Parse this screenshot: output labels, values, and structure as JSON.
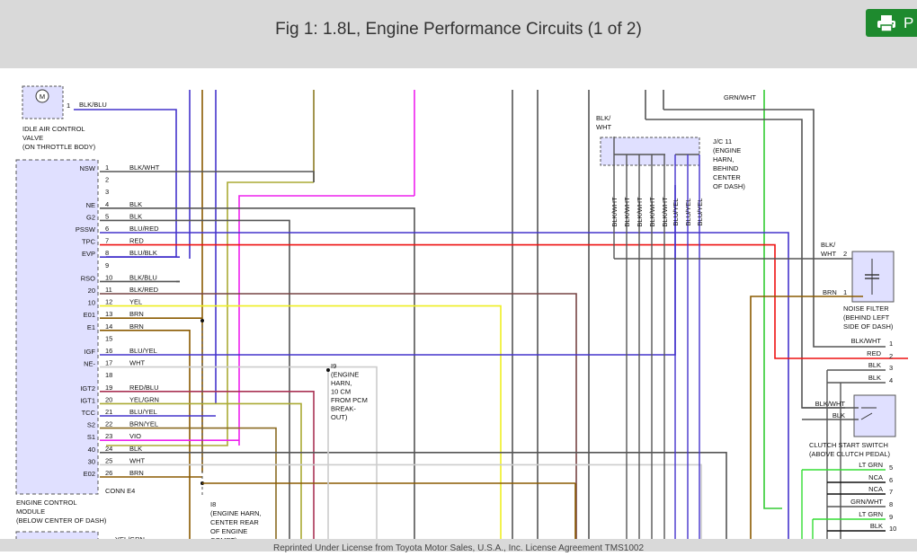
{
  "header": {
    "title": "Fig 1: 1.8L, Engine Performance Circuits (1 of 2)",
    "print_label": "P"
  },
  "footer": {
    "text": "Reprinted Under License from Toyota Motor Sales, U.S.A., Inc. License Agreement TMS1002"
  },
  "diagram": {
    "iac": {
      "motor": "M",
      "label_lines": [
        "IDLE AIR CONTROL",
        "VALVE",
        "(ON THROTTLE BODY)"
      ],
      "pin": "1",
      "wire": "BLK/BLU"
    },
    "ecm": {
      "label_lines": [
        "ENGINE CONTROL",
        "MODULE",
        "(BELOW CENTER OF DASH)"
      ],
      "conn": "CONN E4",
      "pins": [
        {
          "name": "NSW",
          "num": "1",
          "wire": "BLK/WHT",
          "color": "#555555"
        },
        {
          "name": "",
          "num": "2",
          "wire": "",
          "color": ""
        },
        {
          "name": "",
          "num": "3",
          "wire": "",
          "color": ""
        },
        {
          "name": "NE",
          "num": "4",
          "wire": "BLK",
          "color": "#555555"
        },
        {
          "name": "G2",
          "num": "5",
          "wire": "BLK",
          "color": "#555555"
        },
        {
          "name": "PSSW",
          "num": "6",
          "wire": "BLU/RED",
          "color": "#4433cc"
        },
        {
          "name": "TPC",
          "num": "7",
          "wire": "RED",
          "color": "#ee1111"
        },
        {
          "name": "EVP",
          "num": "8",
          "wire": "BLU/BLK",
          "color": "#4433cc"
        },
        {
          "name": "",
          "num": "9",
          "wire": "",
          "color": ""
        },
        {
          "name": "RSO",
          "num": "10",
          "wire": "BLK/BLU",
          "color": "#555555"
        },
        {
          "name": "20",
          "num": "11",
          "wire": "BLK/RED",
          "color": "#774444"
        },
        {
          "name": "10",
          "num": "12",
          "wire": "YEL",
          "color": "#eeee22"
        },
        {
          "name": "E01",
          "num": "13",
          "wire": "BRN",
          "color": "#8a5a00"
        },
        {
          "name": "E1",
          "num": "14",
          "wire": "BRN",
          "color": "#8a5a00"
        },
        {
          "name": "",
          "num": "15",
          "wire": "",
          "color": ""
        },
        {
          "name": "IGF",
          "num": "16",
          "wire": "BLU/YEL",
          "color": "#4433cc"
        },
        {
          "name": "NE-",
          "num": "17",
          "wire": "WHT",
          "color": "#cccccc"
        },
        {
          "name": "",
          "num": "18",
          "wire": "",
          "color": ""
        },
        {
          "name": "IGT2",
          "num": "19",
          "wire": "RED/BLU",
          "color": "#aa3355"
        },
        {
          "name": "IGT1",
          "num": "20",
          "wire": "YEL/GRN",
          "color": "#aaaa33"
        },
        {
          "name": "TCC",
          "num": "21",
          "wire": "BLU/YEL",
          "color": "#4433cc"
        },
        {
          "name": "S2",
          "num": "22",
          "wire": "BRN/YEL",
          "color": "#8a6a22"
        },
        {
          "name": "S1",
          "num": "23",
          "wire": "VIO",
          "color": "#ee22ee"
        },
        {
          "name": "40",
          "num": "24",
          "wire": "BLK",
          "color": "#555555"
        },
        {
          "name": "30",
          "num": "25",
          "wire": "WHT",
          "color": "#cccccc"
        },
        {
          "name": "E02",
          "num": "26",
          "wire": "BRN",
          "color": "#8a5a00"
        }
      ]
    },
    "top_wire_label": "GRN/WHT",
    "jc11": {
      "in_label_lines": [
        "BLK/",
        "WHT"
      ],
      "label_lines": [
        "J/C 11",
        "(ENGINE",
        "HARN,",
        "BEHIND",
        "CENTER",
        "OF DASH)"
      ],
      "wires": [
        "BLK/WHT",
        "BLK/WHT",
        "BLK/WHT",
        "BLK/WHT",
        "BLK/WHT",
        "BLU/YEL",
        "BLU/YEL",
        "BLU/YEL"
      ]
    },
    "noise_filter": {
      "top_wire_lines": [
        "BLK/",
        "WHT"
      ],
      "top_pin": "2",
      "bottom_wire": "BRN",
      "bottom_pin": "1",
      "label_lines": [
        "NOISE FILTER",
        "(BEHIND LEFT",
        "SIDE OF DASH)"
      ]
    },
    "i9": {
      "label_lines": [
        "I9",
        "(ENGINE",
        "HARN,",
        "10 CM",
        "FROM PCM",
        "BREAK-",
        "OUT)"
      ]
    },
    "i8": {
      "label_lines": [
        "I8",
        "(ENGINE HARN,",
        "CENTER REAR",
        "OF ENGINE",
        "COMPT)"
      ]
    },
    "right_group1": [
      {
        "wire": "BLK/WHT",
        "num": "1"
      },
      {
        "wire": "RED",
        "num": "2"
      },
      {
        "wire": "BLK",
        "num": "3"
      },
      {
        "wire": "BLK",
        "num": "4"
      }
    ],
    "clutch": {
      "wires": [
        "BLK/WHT",
        "BLK"
      ],
      "label_lines": [
        "CLUTCH START SWITCH",
        "(ABOVE CLUTCH PEDAL)"
      ]
    },
    "right_group2": [
      {
        "wire": "LT GRN",
        "num": "5"
      },
      {
        "wire": "NCA",
        "num": "6"
      },
      {
        "wire": "NCA",
        "num": "7"
      },
      {
        "wire": "GRN/WHT",
        "num": "8"
      },
      {
        "wire": "LT GRN",
        "num": "9"
      },
      {
        "wire": "BLK",
        "num": "10"
      }
    ],
    "bottom_partial": "YEL/GRN"
  }
}
